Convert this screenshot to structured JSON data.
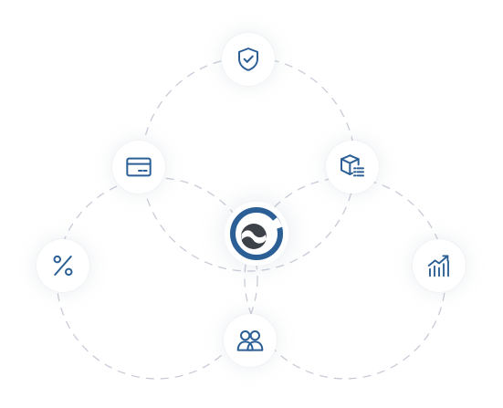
{
  "diagram": {
    "nodes": [
      {
        "id": "shield",
        "icon": "shield-check-icon"
      },
      {
        "id": "card",
        "icon": "credit-card-icon"
      },
      {
        "id": "box",
        "icon": "package-list-icon"
      },
      {
        "id": "percent",
        "icon": "percent-icon"
      },
      {
        "id": "chart",
        "icon": "growth-chart-icon"
      },
      {
        "id": "users",
        "icon": "users-icon"
      }
    ],
    "center": {
      "icon": "brand-logo-icon"
    }
  },
  "colors": {
    "icon": "#2b5f96",
    "ring": "#c9ccd8",
    "logo_dark": "#3d4148",
    "logo_blue": "#2b5f96"
  }
}
